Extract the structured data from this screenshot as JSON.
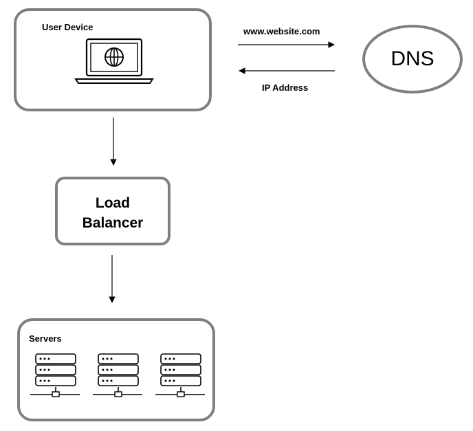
{
  "nodes": {
    "user_device": {
      "label": "User Device",
      "icon": "laptop-globe-icon"
    },
    "dns": {
      "label": "DNS"
    },
    "load_balancer": {
      "line1": "Load",
      "line2": "Balancer"
    },
    "servers": {
      "label": "Servers",
      "icon": "server-rack-icon",
      "count": 3
    }
  },
  "edges": {
    "request_label": "www.website.com",
    "response_label": "IP Address"
  },
  "colors": {
    "border": "#7f7f7f",
    "line": "#000000"
  }
}
